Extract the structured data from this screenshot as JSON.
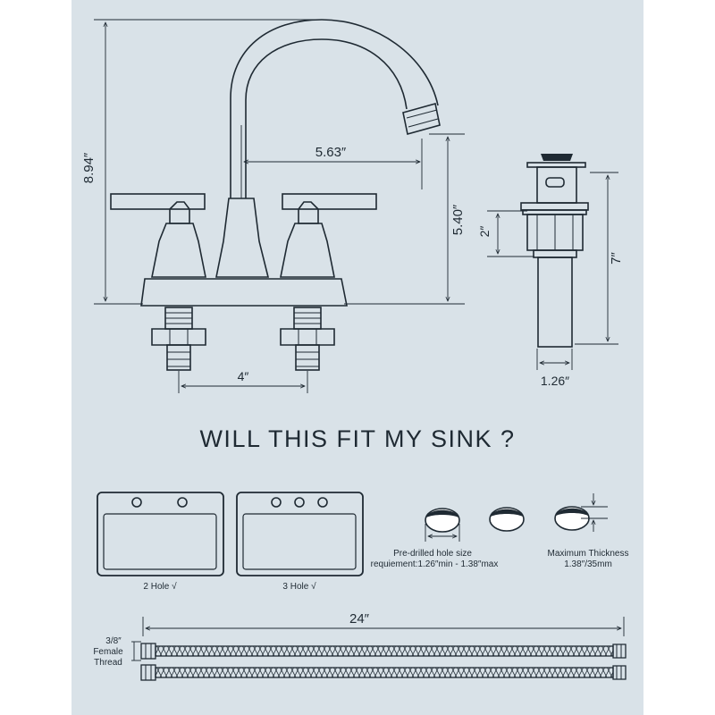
{
  "dimensions": {
    "total_height": "8.94″",
    "spout_reach": "5.63″",
    "spout_height": "5.40″",
    "center_spacing": "4″",
    "drain_height": "7″",
    "drain_thread": "2″",
    "drain_diameter": "1.26″"
  },
  "title": "WILL THIS FIT MY SINK ?",
  "sinks": [
    {
      "label": "2 Hole √"
    },
    {
      "label": "3 Hole √"
    }
  ],
  "hole_size": {
    "line1": "Pre-drilled hole size",
    "line2": "requiement:1.26″min - 1.38″max"
  },
  "thickness": {
    "line1": "Maximum Thickness",
    "line2": "1.38″/35mm"
  },
  "hose": {
    "length": "24″",
    "thread_line1": "3/8″",
    "thread_line2": "Female",
    "thread_line3": "Thread"
  },
  "colors": {
    "background": "#d9e2e8",
    "ink": "#1f2a33"
  }
}
